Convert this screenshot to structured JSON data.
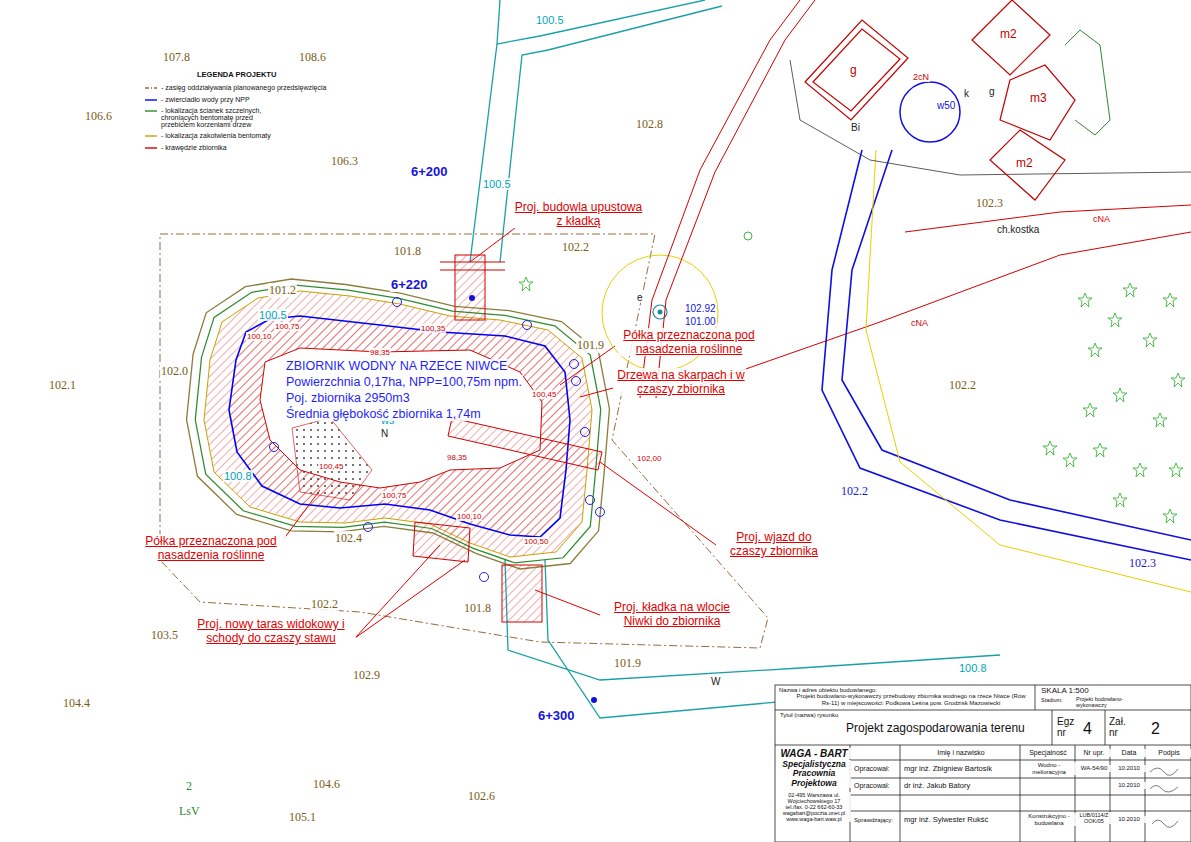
{
  "diagram": {
    "nodes": [
      {
        "text": [
          "g"
        ]
      },
      {
        "text": [
          "m2"
        ]
      },
      {
        "text": [
          "m3"
        ]
      },
      {
        "text": [
          "m2"
        ]
      }
    ],
    "labels": [
      "LEGENDA PROJEKTU",
      "107.8",
      "108.6",
      "106.6",
      "106.3",
      "102.8",
      "6+200",
      "100.5",
      "100.5",
      "101.8",
      "102.2",
      "6+220",
      "101.2",
      "100.5",
      "100,75",
      "100,10",
      "100,35",
      "98,35",
      "101.9",
      "102.0",
      "102.1",
      "100,45",
      "ws",
      "N",
      "98,35",
      "102,00",
      "100,45",
      "100.8",
      "100,75",
      "100,10",
      "100,50",
      "102.4",
      "102.2",
      "101.8",
      "103.5",
      "101.9",
      "102.9",
      "W",
      "100.8",
      "6+300",
      "104.4",
      "2",
      "104.6",
      "LsV",
      "105.1",
      "102.6",
      "e",
      "102.92",
      "101.00",
      "Bi",
      "k",
      "w50",
      "g",
      "2cN",
      "ch.kostka",
      "cNA",
      "cNA",
      "102.3",
      "102.2",
      "102.2",
      "102.3",
      "ZBIORNIK WODNY NA RZECE NIWCE",
      "Powierzchnia 0,17ha, NPP=100,75m npm.",
      "Poj. zbiornika 2950m3",
      "Średnia głębokość zbiornika 1,74m",
      "Proj. budowla upustowa z kładką",
      "Półka przeznaczona pod nasadzenia roślinne",
      "Drzewa na skarpach i w czaszy zbiornika",
      "Proj. wjazd do czaszy zbiornika",
      "Proj. kładka na wlocie Niwki do zbiornika",
      "Półka przeznaczona pod nasadzenia roślinne",
      "Proj. nowy taras widokowy i schody do czaszy stawu",
      "Nazwa i adres obiektu budowlanego:",
      "Projekt budowlano-wykonawczy przebudowy zbiornika wodnego na rzece Niwce (Rów Rs-11) w miejscowości: Podkowa Leśna pow. Grodzisk Mazowiecki",
      "SKALA 1:500",
      "Stadium:",
      "Projekt budowlano-wykonawczy",
      "Tytuł (nazwa) rysunku",
      "Projekt zagospodarowania terenu",
      "Egz nr",
      "4",
      "Zał. nr",
      "2",
      "WAGA - BART",
      "Specjalistyczna Pracownia Projektowa",
      "02-495 Warszawa ul. Wojciechowskiego 17 tel./fax. 0-22 662-60-33 wagabart@poczta.onet.pl www.waga-bart.waw.pl",
      "Imię i nazwisko",
      "Specjalność",
      "Nr upr.",
      "Data",
      "Podpis",
      "Opracował:",
      "mgr inż. Zbigniew Bartosik",
      "Wodno - melioracyjna",
      "WA-54/90",
      "10.2010",
      "Opracował:",
      "dr inż. Jakub Batory",
      "10.2010",
      "Sprawdzający:",
      "mgr inż. Sylwester Rukść",
      "Konstrukcyjno - budowlana",
      "LUB/0114/ZOOK/05",
      "10.2010"
    ],
    "legend": [
      {
        "text": "- zasięg oddziaływania planowanego przedsięwzięcia"
      },
      {
        "text": "- zwierciadło wody przy NPP"
      },
      {
        "text": "- lokalizacja ścianek szczelnych, chroniących bentomatę przed przebiciem korzeniami drzew"
      },
      {
        "text": "- lokalizacja zakotwienia bentomaty"
      },
      {
        "text": "- krawędzie zbiornika"
      }
    ]
  }
}
